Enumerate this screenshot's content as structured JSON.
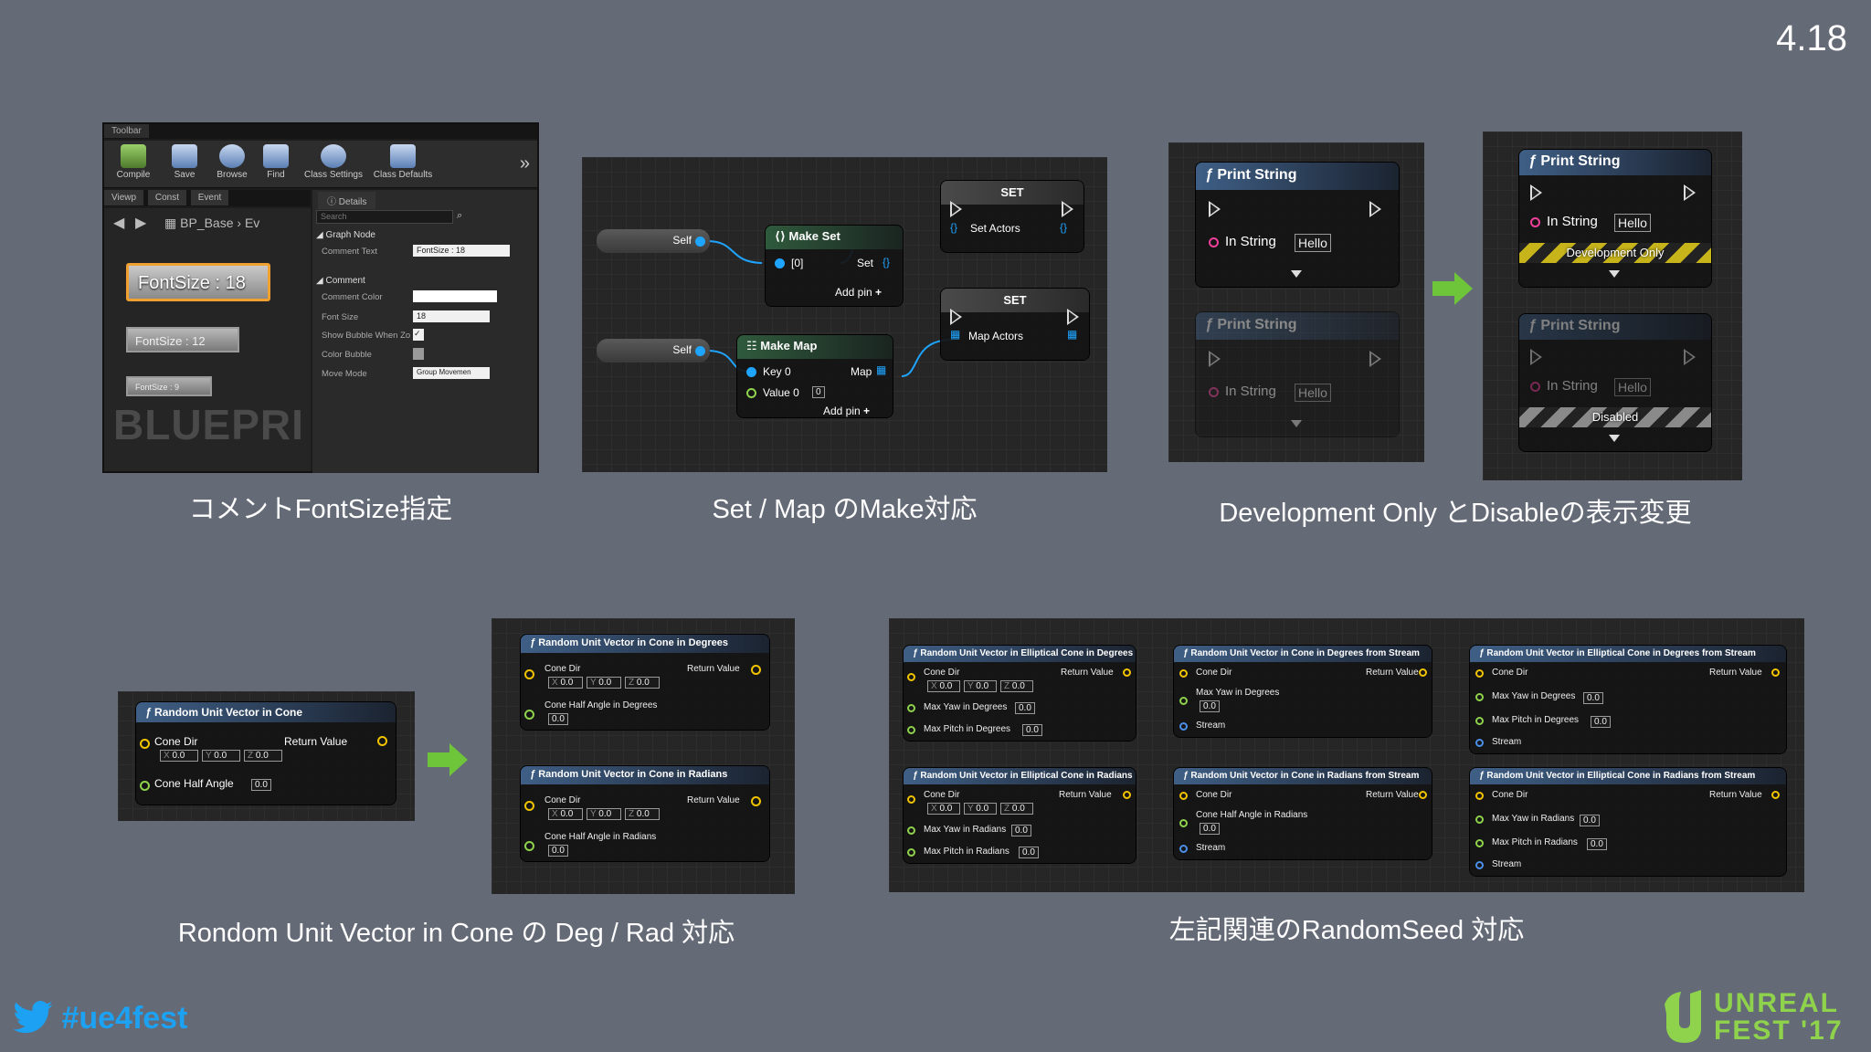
{
  "version": "4.18",
  "captions": {
    "panel1": "コメントFontSize指定",
    "panel2": "Set / Map のMake対応",
    "panel3": "Development Only とDisableの表示変更",
    "panel4": "Rondom Unit Vector in Cone の Deg / Rad 対応",
    "panel5": "左記関連のRandomSeed 対応"
  },
  "toolbar_panel": {
    "tab_toolbar": "Toolbar",
    "buttons": [
      "Compile",
      "Save",
      "Browse",
      "Find",
      "Class Settings",
      "Class Defaults"
    ],
    "subtabs": [
      "Viewp",
      "Const",
      "Event"
    ],
    "details_tab": "Details",
    "breadcrumb": "BP_Base",
    "breadcrumb_next": "Ev",
    "search_placeholder": "Search",
    "comment_18": "FontSize : 18",
    "comment_12": "FontSize : 12",
    "comment_9": "FontSize : 9",
    "watermark": "BLUEPRI",
    "section_graph_node": "Graph Node",
    "comment_text_label": "Comment Text",
    "comment_text_value": "FontSize : 18",
    "section_comment": "Comment",
    "comment_color_label": "Comment Color",
    "font_size_label": "Font Size",
    "font_size_value": "18",
    "show_bubble_label": "Show Bubble When Zo",
    "color_bubble_label": "Color Bubble",
    "move_mode_label": "Move Mode",
    "move_mode_value": "Group Movemen"
  },
  "set_map": {
    "self": "Self",
    "make_set": "Make Set",
    "set_pin": "Set",
    "index0": "[0]",
    "add_pin": "Add pin",
    "set1_title": "SET",
    "set_actors": "Set Actors",
    "make_map": "Make Map",
    "key0": "Key 0",
    "value0": "Value 0",
    "map_pin": "Map",
    "set2_title": "SET",
    "map_actors": "Map Actors",
    "box_zero": "0"
  },
  "print_string": {
    "title": "Print String",
    "in_string": "In String",
    "hello": "Hello",
    "development_only": "Development Only",
    "disabled": "Disabled"
  },
  "cone": {
    "orig_title": "Random Unit Vector in Cone",
    "cone_dir": "Cone Dir",
    "return_value": "Return Value",
    "cone_half_angle": "Cone Half Angle",
    "deg_title": "Random Unit Vector in Cone in Degrees",
    "rad_title": "Random Unit Vector in Cone in Radians",
    "half_deg": "Cone Half Angle in Degrees",
    "half_rad": "Cone Half Angle in Radians",
    "x": "X",
    "y": "Y",
    "z": "Z",
    "zero": "0.0"
  },
  "seed": {
    "ell_deg": "Random Unit Vector in Elliptical Cone in Degrees",
    "cone_deg_stream": "Random Unit Vector in Cone in Degrees from Stream",
    "ell_deg_stream": "Random Unit Vector in Elliptical Cone in Degrees from Stream",
    "ell_rad": "Random Unit Vector in Elliptical Cone in Radians",
    "cone_rad_stream": "Random Unit Vector in Cone in Radians from Stream",
    "ell_rad_stream": "Random Unit Vector in Elliptical Cone in Radians from Stream",
    "max_yaw_deg": "Max Yaw in Degrees",
    "max_pitch_deg": "Max Pitch in Degrees",
    "max_yaw_rad": "Max Yaw in Radians",
    "max_pitch_rad": "Max Pitch in Radians",
    "stream": "Stream"
  },
  "footer": {
    "hashtag": "#ue4fest",
    "logo_line1": "UNREAL",
    "logo_line2": "FEST '17"
  }
}
